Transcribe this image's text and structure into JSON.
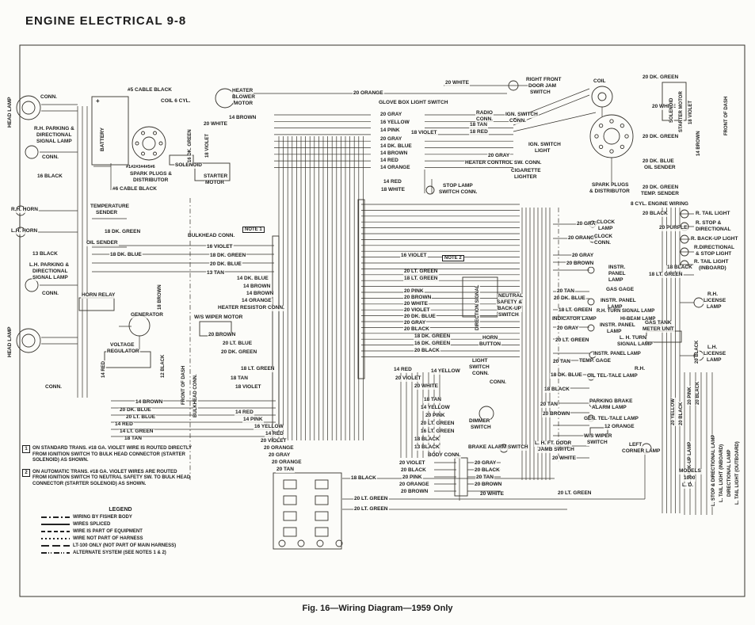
{
  "page": {
    "title": "ENGINE ELECTRICAL 9-8",
    "caption": "Fig. 16—Wiring Diagram—1959 Only"
  },
  "notes": [
    {
      "num": "1",
      "text": "ON STANDARD TRANS. #18 GA. VIOLET WIRE IS ROUTED DIRECTLY FROM IGNITION SWITCH TO BULK HEAD CONNECTOR (STARTER SOLENOID) AS SHOWN."
    },
    {
      "num": "2",
      "text": "ON AUTOMATIC TRANS. #18 GA. VIOLET WIRES ARE ROUTED FROM IGNITION SWITCH TO NEUTRAL SAFETY SW. TO BULK HEAD CONNECTOR (STARTER SOLENOID) AS SHOWN."
    }
  ],
  "legend": {
    "title": "LEGEND",
    "items": [
      {
        "style": "dashdot",
        "label": "WIRING BY FISHER BODY"
      },
      {
        "style": "splice",
        "label": "WIRES SPLICED"
      },
      {
        "style": "dash",
        "label": "WIRE IS PART OF EQUIPMENT"
      },
      {
        "style": "dot",
        "label": "WIRE NOT PART OF HARNESS"
      },
      {
        "style": "longdash",
        "label": "LT-100 ONLY (NOT PART OF MAIN HARNESS)"
      },
      {
        "style": "dashdotdot",
        "label": "ALTERNATE SYSTEM (SEE NOTES 1 & 2)"
      }
    ]
  },
  "labels": [
    [
      "HEAD LAMP",
      10,
      162,
      6.5,
      -90
    ],
    [
      "CONN.",
      50,
      120
    ],
    [
      "R.H. PARKING &",
      42,
      160
    ],
    [
      "DIRECTIONAL",
      45,
      168
    ],
    [
      "SIGNAL LAMP",
      45,
      176
    ],
    [
      "CONN.",
      52,
      196
    ],
    [
      "16 BLACK",
      46,
      220
    ],
    [
      "R.H. HORN",
      13,
      262
    ],
    [
      "L.H. HORN",
      13,
      289
    ],
    [
      "13 BLACK",
      40,
      318
    ],
    [
      "L.H. PARKING &",
      36,
      332
    ],
    [
      "DIRECTIONAL",
      40,
      340
    ],
    [
      "SIGNAL LAMP",
      40,
      348
    ],
    [
      "CONN.",
      52,
      368
    ],
    [
      "HEAD LAMP",
      10,
      452,
      6.5,
      -90
    ],
    [
      "CONN.",
      56,
      486
    ],
    [
      "+",
      120,
      124,
      8
    ],
    [
      "BATTERY",
      127,
      192,
      6.5,
      -90
    ],
    [
      "#5 CABLE BLACK",
      160,
      111
    ],
    [
      "COIL 6 CYL.",
      202,
      125
    ],
    [
      "HEATER",
      292,
      112
    ],
    [
      "BLOWER",
      292,
      120
    ],
    [
      "MOTOR",
      294,
      128
    ],
    [
      "14 BROWN",
      288,
      146
    ],
    [
      "20 WHITE",
      256,
      154
    ],
    [
      "16 DK. GREEN",
      237,
      206,
      6,
      -90
    ],
    [
      "18 VIOLET",
      259,
      200,
      6,
      -90
    ],
    [
      "#1#2#3#4#5#6",
      158,
      209,
      5.5
    ],
    [
      "SPARK PLUGS &",
      163,
      217
    ],
    [
      "DISTRIBUTOR",
      167,
      225
    ],
    [
      "#6 CABLE BLACK",
      141,
      236
    ],
    [
      "SOLENOID",
      220,
      206
    ],
    [
      "STARTER",
      256,
      220
    ],
    [
      "MOTOR",
      258,
      228
    ],
    [
      "TEMPERATURE",
      113,
      258
    ],
    [
      "SENDER",
      120,
      266
    ],
    [
      "18 DK. GREEN",
      131,
      290
    ],
    [
      "OIL SENDER",
      108,
      304
    ],
    [
      "18 DK. BLUE",
      138,
      319
    ],
    [
      "BULKHEAD CONN.",
      236,
      295
    ],
    [
      "NOTE 1",
      306,
      286,
      6,
      0,
      1
    ],
    [
      "16 VIOLET",
      260,
      309
    ],
    [
      "18 DK. GREEN",
      264,
      320
    ],
    [
      "20 DK. BLUE",
      264,
      331
    ],
    [
      "13 TAN",
      260,
      342
    ],
    [
      "14 DK. BLUE",
      298,
      349
    ],
    [
      "14 BROWN",
      306,
      359
    ],
    [
      "14 BROWN",
      310,
      368
    ],
    [
      "14 ORANGE",
      304,
      377
    ],
    [
      "HEATER RESISTOR CONN.",
      274,
      386
    ],
    [
      "HORN RELAY",
      102,
      370
    ],
    [
      "18 BROWN",
      199,
      392,
      6,
      -90
    ],
    [
      "GENERATOR",
      164,
      395
    ],
    [
      "W/S WIPER MOTOR",
      244,
      398
    ],
    [
      "VOLTAGE",
      138,
      433
    ],
    [
      "REGULATOR",
      134,
      441
    ],
    [
      "14 RED",
      128,
      478,
      6,
      -90
    ],
    [
      "12 BLACK",
      203,
      478,
      6,
      -90
    ],
    [
      "FRONT OF DASH",
      229,
      512,
      6,
      -90
    ],
    [
      "BULKHEAD CONN.",
      244,
      528,
      6,
      -90
    ],
    [
      "20 BROWN",
      262,
      420
    ],
    [
      "20 LT. BLUE",
      280,
      431
    ],
    [
      "20 DK. GREEN",
      278,
      442
    ],
    [
      "18 LT. GREEN",
      303,
      463
    ],
    [
      "18 TAN",
      290,
      475
    ],
    [
      "18 VIOLET",
      296,
      486
    ],
    [
      "14 BROWN",
      170,
      505
    ],
    [
      "20 DK. BLUE",
      150,
      515
    ],
    [
      "20 LT. BLUE",
      158,
      524
    ],
    [
      "14 RED",
      144,
      533
    ],
    [
      "14 LT. GREEN",
      150,
      542
    ],
    [
      "18 TAN",
      156,
      551
    ],
    [
      "14 RED",
      296,
      518
    ],
    [
      "14 PINK",
      306,
      527
    ],
    [
      "16 YELLOW",
      320,
      536
    ],
    [
      "14 RED",
      334,
      545
    ],
    [
      "20 VIOLET",
      328,
      554
    ],
    [
      "20 ORANGE",
      332,
      563
    ],
    [
      "20 GRAY",
      338,
      572
    ],
    [
      "20 ORANGE",
      342,
      581
    ],
    [
      "20 TAN",
      348,
      590
    ],
    [
      "20 ORANGE",
      445,
      115
    ],
    [
      "GLOVE BOX LIGHT SWITCH",
      477,
      127
    ],
    [
      "20 WHITE",
      561,
      102
    ],
    [
      "RIGHT FRONT",
      663,
      98
    ],
    [
      "DOOR JAM",
      666,
      106
    ],
    [
      "SWITCH",
      668,
      114
    ],
    [
      "20 GRAY",
      479,
      142
    ],
    [
      "16 YELLOW",
      479,
      152
    ],
    [
      "14 PINK",
      479,
      162
    ],
    [
      "18 VIOLET",
      518,
      165
    ],
    [
      "20 GRAY",
      479,
      173
    ],
    [
      "14 DK. BLUE",
      479,
      182
    ],
    [
      "14 BROWN",
      479,
      191
    ],
    [
      "14 RED",
      479,
      200
    ],
    [
      "14 ORANGE",
      479,
      209
    ],
    [
      "RADIO",
      600,
      140
    ],
    [
      "CONN.",
      600,
      148
    ],
    [
      "IGN. SWITCH",
      637,
      142
    ],
    [
      "CONN.",
      642,
      150
    ],
    [
      "18 TAN",
      592,
      155
    ],
    [
      "18 RED",
      592,
      164
    ],
    [
      "20 GRAY",
      615,
      194
    ],
    [
      "IGN. SWITCH",
      666,
      180
    ],
    [
      "LIGHT",
      674,
      188
    ],
    [
      "HEATER CONTROL SW. CONN.",
      586,
      203
    ],
    [
      "CIGARETTE",
      644,
      213
    ],
    [
      "LIGHTER",
      648,
      221
    ],
    [
      "14 RED",
      483,
      227
    ],
    [
      "18 WHITE",
      480,
      237
    ],
    [
      "STOP LAMP",
      558,
      232
    ],
    [
      "SWITCH CONN.",
      553,
      240
    ],
    [
      "COIL",
      748,
      100
    ],
    [
      "20 DK. GREEN",
      810,
      95
    ],
    [
      "20 WHITE",
      822,
      132
    ],
    [
      "SOLENOID",
      845,
      156,
      6,
      -90
    ],
    [
      "STARTER MOTOR",
      857,
      168,
      6,
      -90
    ],
    [
      "18 VIOLET",
      869,
      158,
      6,
      -90
    ],
    [
      "FRONT OF DASH",
      914,
      172,
      6,
      -90
    ],
    [
      "20 DK. GREEN",
      810,
      170
    ],
    [
      "14 BROWN",
      879,
      198,
      6,
      -90
    ],
    [
      "20 DK. BLUE",
      810,
      201
    ],
    [
      "OIL SENDER",
      812,
      209
    ],
    [
      "SPARK PLUGS",
      746,
      231
    ],
    [
      "& DISTRIBUTOR",
      743,
      239
    ],
    [
      "20 DK. GREEN",
      810,
      234
    ],
    [
      "TEMP. SENDER",
      808,
      242
    ],
    [
      "8 CYL. ENGINE WIRING",
      795,
      255
    ],
    [
      "NOTE 2",
      558,
      322,
      6,
      0,
      1
    ],
    [
      "16 VIOLET",
      505,
      320
    ],
    [
      "20 LT. GREEN",
      509,
      340
    ],
    [
      "18 LT. GREEN",
      509,
      349
    ],
    [
      "20 PINK",
      509,
      365
    ],
    [
      "20 BROWN",
      509,
      373
    ],
    [
      "20 WHITE",
      509,
      381
    ],
    [
      "20 VIOLET",
      509,
      389
    ],
    [
      "20 DK. BLUE",
      509,
      397
    ],
    [
      "20 GRAY",
      509,
      405
    ],
    [
      "20 BLACK",
      509,
      413
    ],
    [
      "NEUTRAL",
      628,
      371
    ],
    [
      "SAFETY &",
      626,
      379
    ],
    [
      "BACK-UP",
      627,
      387
    ],
    [
      "SWITCH",
      628,
      395
    ],
    [
      "DIRECTION SIGNAL",
      600,
      418,
      6,
      -90
    ],
    [
      "18 DK. GREEN",
      522,
      422
    ],
    [
      "16 DK. GREEN",
      522,
      431
    ],
    [
      "20 BLACK",
      522,
      440
    ],
    [
      "HORN",
      608,
      424
    ],
    [
      "BUTTON",
      604,
      432
    ],
    [
      "LIGHT",
      595,
      453
    ],
    [
      "SWITCH",
      591,
      461
    ],
    [
      "CONN.",
      595,
      469
    ],
    [
      "14 RED",
      496,
      464
    ],
    [
      "14 YELLOW",
      543,
      466
    ],
    [
      "20 VIOLET",
      498,
      475
    ],
    [
      "20 WHITE",
      522,
      485
    ],
    [
      "20 GRAY",
      727,
      280
    ],
    [
      "CLOCK",
      752,
      278
    ],
    [
      "LAMP",
      754,
      286
    ],
    [
      "20 ORANGE",
      716,
      298
    ],
    [
      "CLOCK",
      749,
      296
    ],
    [
      "CONN.",
      749,
      304
    ],
    [
      "20 GRAY",
      721,
      320
    ],
    [
      "20 BROWN",
      714,
      330
    ],
    [
      "INSTR.",
      767,
      335
    ],
    [
      "PANEL",
      767,
      343
    ],
    [
      "LAMP",
      767,
      351
    ],
    [
      "GAS GAGE",
      764,
      363
    ],
    [
      "20 TAN",
      702,
      365
    ],
    [
      "20 DK. BLUE",
      698,
      374
    ],
    [
      "18 LT. GREEN",
      704,
      389
    ],
    [
      "INSTR. PANEL",
      757,
      377
    ],
    [
      "LAMP",
      766,
      385
    ],
    [
      "R.H. TURN SIGNAL LAMP",
      752,
      390,
      6
    ],
    [
      "INDICATOR LAMP",
      696,
      400
    ],
    [
      "HI-BEAM LAMP",
      782,
      400,
      6
    ],
    [
      "20 GRAY",
      702,
      412
    ],
    [
      "INSTR. PANEL",
      756,
      408
    ],
    [
      "LAMP",
      765,
      416
    ],
    [
      "20 LT. GREEN",
      700,
      427
    ],
    [
      "L. H. TURN",
      781,
      424
    ],
    [
      "SIGNAL LAMP",
      778,
      432
    ],
    [
      "INSTR. PANEL LAMP",
      748,
      444,
      6
    ],
    [
      "20 TAN",
      697,
      454
    ],
    [
      "TEMP. GAGE",
      730,
      453
    ],
    [
      "R.H.",
      800,
      463
    ],
    [
      "18 DK. BLUE",
      694,
      471
    ],
    [
      "OIL TEL-TALE LAMP",
      740,
      472
    ],
    [
      "18 BLACK",
      686,
      489
    ],
    [
      "20 TAN",
      681,
      508
    ],
    [
      "PARKING BRAKE",
      743,
      504
    ],
    [
      "ALARM LAMP",
      746,
      512
    ],
    [
      "20 BROWN",
      684,
      520
    ],
    [
      "GEN. TEL-TALE LAMP",
      736,
      526
    ],
    [
      "12 ORANGE",
      762,
      536
    ],
    [
      "W/S WIPER",
      736,
      548
    ],
    [
      "SWITCH",
      740,
      556
    ],
    [
      "L. H. FT. DOOR",
      674,
      557
    ],
    [
      "JAMB SWITCH",
      678,
      565
    ],
    [
      "LEFT",
      793,
      559
    ],
    [
      "CORNER LAMP",
      784,
      567
    ],
    [
      "20 WHITE",
      696,
      576
    ],
    [
      "20 BLACK",
      810,
      267
    ],
    [
      "R. TAIL LIGHT",
      877,
      267
    ],
    [
      "20 PURPLE",
      831,
      285
    ],
    [
      "R. STOP &",
      877,
      279
    ],
    [
      "DIRECTIONAL",
      877,
      287
    ],
    [
      "R. BACK-UP LIGHT",
      871,
      299
    ],
    [
      "R.DIRECTIONAL",
      875,
      310
    ],
    [
      "& STOP LIGHT",
      877,
      318
    ],
    [
      "18 BLACK",
      841,
      335
    ],
    [
      "R. TAIL LIGHT",
      875,
      328
    ],
    [
      "(INBOARD)",
      881,
      336
    ],
    [
      "18 LT. GREEN",
      818,
      344
    ],
    [
      "R.H.",
      892,
      369
    ],
    [
      "LICENSE",
      887,
      377
    ],
    [
      "LAMP",
      891,
      385
    ],
    [
      "GAS TANK",
      813,
      405
    ],
    [
      "METER UNIT",
      810,
      413
    ],
    [
      "20 BLACK",
      877,
      460,
      6,
      -90
    ],
    [
      "L.H.",
      892,
      436
    ],
    [
      "LICENSE",
      887,
      444
    ],
    [
      "LAMP",
      891,
      452
    ],
    [
      "20 PINK",
      868,
      512,
      6,
      -90
    ],
    [
      "20 BLACK",
      878,
      512,
      6,
      -90
    ],
    [
      "20 YELLOW",
      847,
      538,
      6,
      -90
    ],
    [
      "20 BLACK",
      857,
      538,
      6,
      -90
    ],
    [
      "L. BACK-UP LAMP",
      868,
      612,
      6,
      -90
    ],
    [
      "L. STOP & DIRECTIONAL LAMP",
      898,
      640,
      6,
      -90
    ],
    [
      "L. TAIL LIGHT (INBOARD)",
      908,
      635,
      6,
      -90
    ],
    [
      "DIRECTIONAL LAMP",
      918,
      628,
      6,
      -90
    ],
    [
      "L. TAIL LIGHT (OUTBOARD)",
      928,
      638,
      6,
      -90
    ],
    [
      "MODELS",
      856,
      592
    ],
    [
      "1000",
      862,
      601
    ],
    [
      "L. D.",
      860,
      610
    ],
    [
      "CONN.",
      617,
      480
    ],
    [
      "18 TAN",
      534,
      502
    ],
    [
      "14 YELLOW",
      530,
      512
    ],
    [
      "20 PINK",
      536,
      522
    ],
    [
      "20 LT. GREEN",
      530,
      532
    ],
    [
      "16 LT. GREEN",
      530,
      542
    ],
    [
      "DIMMER",
      591,
      529
    ],
    [
      "SWITCH",
      593,
      537
    ],
    [
      "18 BLACK",
      522,
      552
    ],
    [
      "13 BLACK",
      522,
      562
    ],
    [
      "BRAKE ALARM SWITCH",
      590,
      562
    ],
    [
      "BODY CONN.",
      539,
      572
    ],
    [
      "20 VIOLET",
      503,
      582
    ],
    [
      "20 BLACK",
      505,
      591
    ],
    [
      "20 PINK",
      507,
      600
    ],
    [
      "20 ORANGE",
      503,
      609
    ],
    [
      "20 BROWN",
      505,
      618
    ],
    [
      "20 GRAY",
      598,
      582
    ],
    [
      "20 BLACK",
      598,
      591
    ],
    [
      "20 TAN",
      600,
      600
    ],
    [
      "20 BROWN",
      598,
      609
    ],
    [
      "20 WHITE",
      605,
      621
    ],
    [
      "18 BLACK",
      442,
      601
    ],
    [
      "20 LT. GREEN",
      446,
      627
    ],
    [
      "20 LT. GREEN",
      446,
      640
    ],
    [
      "20 LT. GREEN",
      703,
      620
    ]
  ]
}
